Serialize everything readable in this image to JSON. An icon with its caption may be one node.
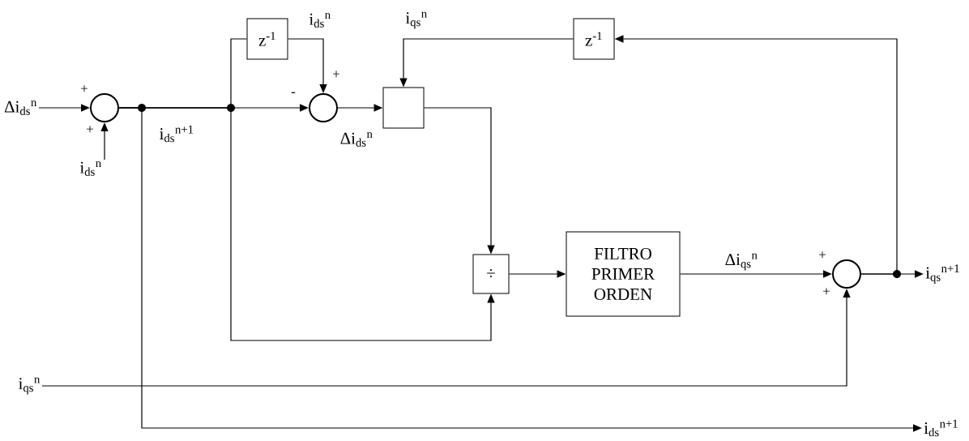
{
  "diagram": {
    "nodes": [
      {
        "text": [
          "Δi$_{ds}$$^{n}$"
        ]
      },
      {
        "text": [],
        "shape": "circle"
      },
      {
        "text": [
          "i$_{ds}$$^{n}$"
        ]
      },
      {
        "text": [
          "z$^{-1}$"
        ]
      },
      {
        "text": [],
        "shape": "circle"
      },
      {
        "text": [],
        "shape": "box"
      },
      {
        "text": [
          "z$^{-1}$"
        ]
      },
      {
        "text": [
          "÷"
        ]
      },
      {
        "text": [
          "FILTRO PRIMER ORDEN"
        ]
      },
      {
        "text": [],
        "shape": "circle"
      },
      {
        "text": [
          "i$_{qs}$$^{n+1}$"
        ]
      },
      {
        "text": [
          "i$_{qs}$$^{n}$"
        ]
      },
      {
        "text": [
          "i$_{ds}$$^{n+1}$"
        ]
      }
    ],
    "edges": [
      {
        "from": 0,
        "to": 1,
        "arrow": "to"
      },
      {
        "from": 2,
        "to": 1,
        "arrow": "to"
      },
      {
        "from": 1,
        "to": 4,
        "arrow": "to"
      },
      {
        "from": 1,
        "to": 3,
        "arrow": "none"
      },
      {
        "from": 3,
        "to": 4,
        "arrow": "to"
      },
      {
        "from": 1,
        "to": 7,
        "arrow": "to"
      },
      {
        "from": 1,
        "to": 12,
        "arrow": "to"
      },
      {
        "from": 4,
        "to": 5,
        "arrow": "to"
      },
      {
        "from": 6,
        "to": 5,
        "arrow": "to"
      },
      {
        "from": 5,
        "to": 7,
        "arrow": "to"
      },
      {
        "from": 7,
        "to": 8,
        "arrow": "to"
      },
      {
        "from": 8,
        "to": 9,
        "arrow": "to"
      },
      {
        "from": 11,
        "to": 9,
        "arrow": "to"
      },
      {
        "from": 9,
        "to": 10,
        "arrow": "to"
      },
      {
        "from": 9,
        "to": 6,
        "arrow": "to"
      }
    ],
    "labels": [
      "+",
      "+",
      "i$_{ds}$$^{n+1}$",
      "i$_{ds}$$^{n}$",
      "-",
      "+",
      "Δi$_{ds}$$^{n}$",
      "i$_{qs}$$^{n}$",
      "Δi$_{qs}$$^{n}$",
      "+",
      "+"
    ]
  }
}
